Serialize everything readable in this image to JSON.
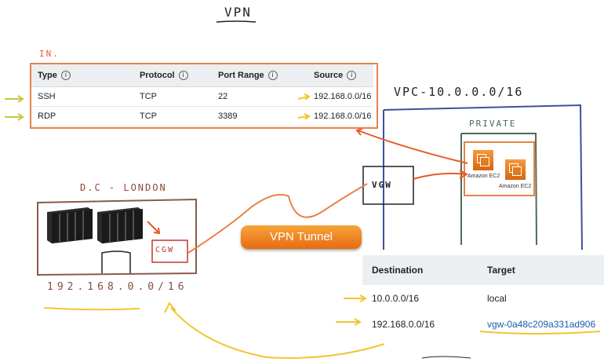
{
  "title": "VPN",
  "in_label": "IN.",
  "security_group": {
    "headers": [
      "Type",
      "Protocol",
      "Port Range",
      "Source"
    ],
    "info_glyph": "i",
    "rows": [
      {
        "type": "SSH",
        "protocol": "TCP",
        "port_range": "22",
        "source": "192.168.0.0/16"
      },
      {
        "type": "RDP",
        "protocol": "TCP",
        "port_range": "3389",
        "source": "192.168.0.0/16"
      }
    ]
  },
  "vpc_label": "VPC-10.0.0.0/16",
  "private_label": "PRIVATE",
  "ec2": [
    {
      "label": "Amazon EC2"
    },
    {
      "label": "Amazon EC2"
    }
  ],
  "vgw_label": "VGW",
  "dc_label": "D.C - LONDON",
  "cgw_label": "CGW",
  "dc_cidr": "192.168.0.0/16",
  "vpn_tunnel": "VPN Tunnel",
  "route_table": {
    "headers": [
      "Destination",
      "Target"
    ],
    "rows": [
      {
        "destination": "10.0.0.0/16",
        "target": "local"
      },
      {
        "destination": "192.168.0.0/16",
        "target": "vgw-0a48c209a331ad906"
      }
    ]
  },
  "colors": {
    "orange_annotation": "#e8824a",
    "blue_vpc": "#3f4fa0",
    "green_subnet": "#4c6b55",
    "yellow_arrow": "#f2c530",
    "dc_box": "#8b5a4a",
    "link": "#1a5ea8"
  }
}
